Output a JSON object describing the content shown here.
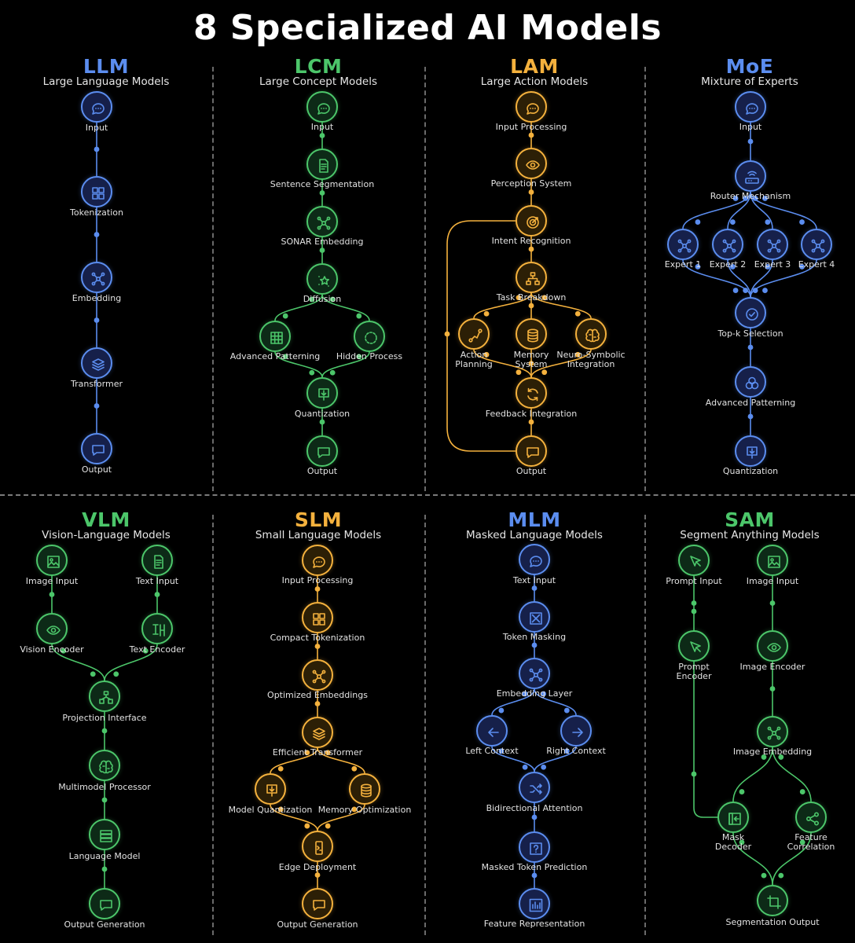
{
  "title": "8 Specialized AI Models",
  "colors": {
    "blue": "#5b8def",
    "green": "#4cc66a",
    "orange": "#f4b13d"
  },
  "panels": [
    {
      "key": "llm",
      "name": "LLM",
      "subtitle": "Large Language Models",
      "color": "blue",
      "nodes": [
        {
          "label": "Input",
          "icon": "chat-bubble-icon"
        },
        {
          "label": "Tokenization",
          "icon": "grid-icon"
        },
        {
          "label": "Embedding",
          "icon": "network-icon"
        },
        {
          "label": "Transformer",
          "icon": "layers-icon"
        },
        {
          "label": "Output",
          "icon": "message-icon"
        }
      ]
    },
    {
      "key": "lcm",
      "name": "LCM",
      "subtitle": "Large Concept Models",
      "color": "green",
      "nodes": [
        {
          "label": "Input",
          "icon": "chat-bubble-icon"
        },
        {
          "label": "Sentence Segmentation",
          "icon": "document-icon"
        },
        {
          "label": "SONAR Embedding",
          "icon": "network-icon"
        },
        {
          "label": "Diffusion",
          "icon": "sparkle-star-icon"
        },
        {
          "label": "Advanced Patterning",
          "icon": "pattern-grid-icon"
        },
        {
          "label": "Hidden Process",
          "icon": "dashed-circle-icon"
        },
        {
          "label": "Quantization",
          "icon": "download-box-icon"
        },
        {
          "label": "Output",
          "icon": "message-icon"
        }
      ]
    },
    {
      "key": "lam",
      "name": "LAM",
      "subtitle": "Large Action Models",
      "color": "orange",
      "nodes": [
        {
          "label": "Input Processing",
          "icon": "chat-bubble-icon"
        },
        {
          "label": "Perception System",
          "icon": "eye-icon"
        },
        {
          "label": "Intent Recognition",
          "icon": "target-icon"
        },
        {
          "label": "Task Breakdown",
          "icon": "hierarchy-icon"
        },
        {
          "label": "Action\nPlanning",
          "icon": "route-icon"
        },
        {
          "label": "Memory\nSystem",
          "icon": "database-icon"
        },
        {
          "label": "Neuro-Symbolic\nIntegration",
          "icon": "brain-icon"
        },
        {
          "label": "Feedback Integration",
          "icon": "refresh-icon"
        },
        {
          "label": "Output",
          "icon": "message-icon"
        }
      ]
    },
    {
      "key": "moe",
      "name": "MoE",
      "subtitle": "Mixture of Experts",
      "color": "blue",
      "nodes": [
        {
          "label": "Input",
          "icon": "chat-bubble-icon"
        },
        {
          "label": "Router Mechanism",
          "icon": "router-icon"
        },
        {
          "label": "Expert 1",
          "icon": "network-icon"
        },
        {
          "label": "Expert 2",
          "icon": "network-icon"
        },
        {
          "label": "Expert 3",
          "icon": "network-icon"
        },
        {
          "label": "Expert 4",
          "icon": "network-icon"
        },
        {
          "label": "Top-k Selection",
          "icon": "check-circle-icon"
        },
        {
          "label": "Advanced Patterning",
          "icon": "circles-icon"
        },
        {
          "label": "Quantization",
          "icon": "download-box-icon"
        }
      ]
    },
    {
      "key": "vlm",
      "name": "VLM",
      "subtitle": "Vision-Language Models",
      "color": "green",
      "nodes": [
        {
          "label": "Image Input",
          "icon": "image-icon"
        },
        {
          "label": "Text Input",
          "icon": "document-icon"
        },
        {
          "label": "Vision Encoder",
          "icon": "eye-icon"
        },
        {
          "label": "Text Encoder",
          "icon": "text-encoder-icon"
        },
        {
          "label": "Projection Interface",
          "icon": "projection-icon"
        },
        {
          "label": "Multimodel Processor",
          "icon": "brain-icon"
        },
        {
          "label": "Language Model",
          "icon": "server-icon"
        },
        {
          "label": "Output Generation",
          "icon": "message-icon"
        }
      ]
    },
    {
      "key": "slm",
      "name": "SLM",
      "subtitle": "Small Language Models",
      "color": "orange",
      "nodes": [
        {
          "label": "Input Processing",
          "icon": "chat-bubble-icon"
        },
        {
          "label": "Compact Tokenization",
          "icon": "grid-icon"
        },
        {
          "label": "Optimized Embeddings",
          "icon": "network-icon"
        },
        {
          "label": "Efficient Transformer",
          "icon": "layers-icon"
        },
        {
          "label": "Model Quantization",
          "icon": "download-box-icon"
        },
        {
          "label": "Memory Optimization",
          "icon": "database-icon"
        },
        {
          "label": "Edge Deployment",
          "icon": "phone-icon"
        },
        {
          "label": "Output Generation",
          "icon": "message-icon"
        }
      ]
    },
    {
      "key": "mlm",
      "name": "MLM",
      "subtitle": "Masked Language Models",
      "color": "blue",
      "nodes": [
        {
          "label": "Text Input",
          "icon": "chat-bubble-icon"
        },
        {
          "label": "Token Masking",
          "icon": "masked-box-icon"
        },
        {
          "label": "Embedding Layer",
          "icon": "network-icon"
        },
        {
          "label": "Left Context",
          "icon": "arrow-left-icon"
        },
        {
          "label": "Right Context",
          "icon": "arrow-right-icon"
        },
        {
          "label": "Bidirectional Attention",
          "icon": "shuffle-icon"
        },
        {
          "label": "Masked Token Prediction",
          "icon": "question-box-icon"
        },
        {
          "label": "Feature Representation",
          "icon": "bar-chart-icon"
        }
      ]
    },
    {
      "key": "sam",
      "name": "SAM",
      "subtitle": "Segment Anything Models",
      "color": "green",
      "nodes": [
        {
          "label": "Prompt Input",
          "icon": "cursor-icon"
        },
        {
          "label": "Image Input",
          "icon": "image-icon"
        },
        {
          "label": "Prompt\nEncoder",
          "icon": "cursor-icon"
        },
        {
          "label": "Image Encoder",
          "icon": "eye-icon"
        },
        {
          "label": "Image Embedding",
          "icon": "network-icon"
        },
        {
          "label": "Mask\nDecoder",
          "icon": "mask-decoder-icon"
        },
        {
          "label": "Feature\nCorrelation",
          "icon": "share-icon"
        },
        {
          "label": "Segmentation Output",
          "icon": "crop-icon"
        }
      ]
    }
  ]
}
